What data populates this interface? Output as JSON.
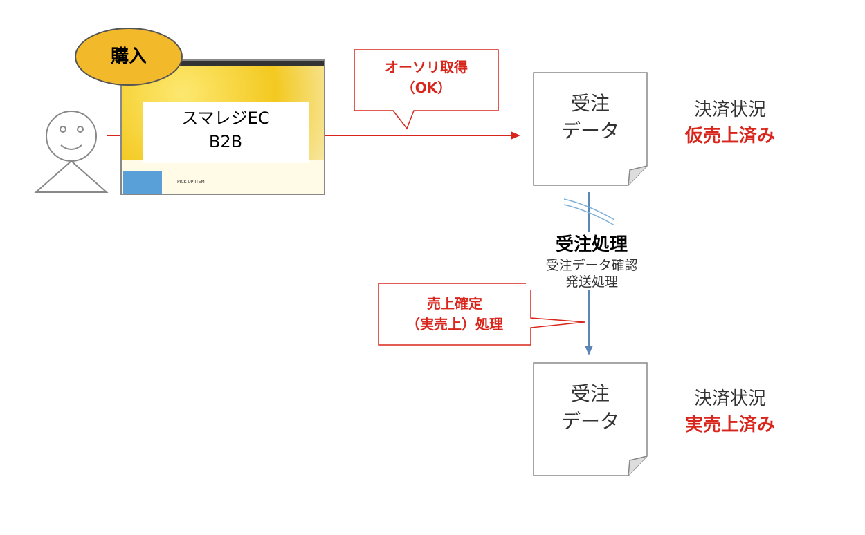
{
  "bubble": {
    "label": "購入"
  },
  "screenshot": {
    "line1": "スマレジEC",
    "line2": "B2B",
    "pick_up": "PICK UP ITEM"
  },
  "auth_callout": {
    "line1": "オーソリ取得",
    "line2": "（OK）"
  },
  "doc1": {
    "line1": "受注",
    "line2": "データ"
  },
  "status1": {
    "label": "決済状況",
    "value": "仮売上済み"
  },
  "process": {
    "title": "受注処理",
    "line1": "受注データ確認",
    "line2": "発送処理"
  },
  "sales_callout": {
    "line1": "売上確定",
    "line2": "（実売上）処理"
  },
  "doc2": {
    "line1": "受注",
    "line2": "データ"
  },
  "status2": {
    "label": "決済状況",
    "value": "実売上済み"
  },
  "colors": {
    "red": "#d9261c",
    "bubble": "#f2b92a",
    "blue_arrow": "#5b86b8"
  }
}
